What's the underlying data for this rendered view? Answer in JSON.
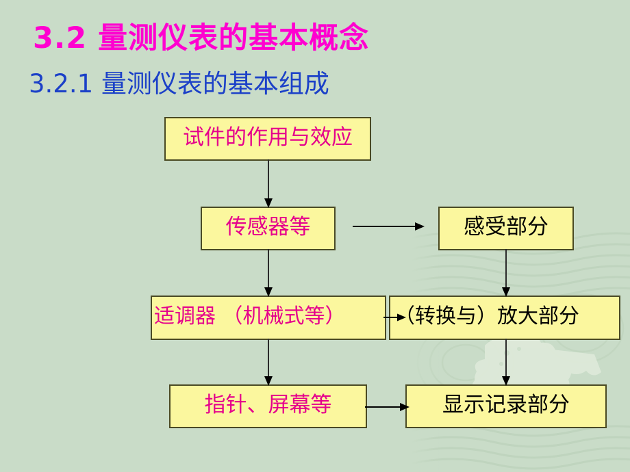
{
  "slide": {
    "background_color": "#c9dcc8",
    "title_main": "3.2 量测仪表的基本概念",
    "title_main_color": "#ff00d0",
    "title_sub": "3.2.1 量测仪表的基本组成",
    "title_sub_color": "#1b40c8"
  },
  "diagram": {
    "box_fill_color": "#fbf79e",
    "box_border_color": "#4a4a24",
    "magenta_text_color": "#e5008c",
    "black_text_color": "#000000",
    "nodes": [
      {
        "id": "stimulus",
        "label": "试件的作用与效应",
        "color": "magenta"
      },
      {
        "id": "sensor",
        "label": "传感器等",
        "color": "magenta"
      },
      {
        "id": "sensing",
        "label": "感受部分",
        "color": "black"
      },
      {
        "id": "conditioner",
        "label": "适调器  （机械式等）",
        "color": "magenta"
      },
      {
        "id": "amplifier",
        "label": "（转换与）放大部分",
        "color": "black"
      },
      {
        "id": "indicator",
        "label": "指针、屏幕等",
        "color": "magenta"
      },
      {
        "id": "display",
        "label": "显示记录部分",
        "color": "black"
      }
    ],
    "edges": [
      {
        "id": "stimulus-sensor",
        "from": "stimulus",
        "to": "sensor",
        "direction": "down"
      },
      {
        "id": "sensor-sensing",
        "from": "sensor",
        "to": "sensing",
        "direction": "right"
      },
      {
        "id": "sensor-conditioner",
        "from": "sensor",
        "to": "conditioner",
        "direction": "down"
      },
      {
        "id": "sensing-amplifier",
        "from": "sensing",
        "to": "amplifier",
        "direction": "down"
      },
      {
        "id": "cond-amplifier",
        "from": "conditioner",
        "to": "amplifier",
        "direction": "right"
      },
      {
        "id": "cond-indicator",
        "from": "conditioner",
        "to": "indicator",
        "direction": "down"
      },
      {
        "id": "amp-display",
        "from": "amplifier",
        "to": "display",
        "direction": "down"
      },
      {
        "id": "indicator-display",
        "from": "indicator",
        "to": "display",
        "direction": "right"
      }
    ]
  }
}
